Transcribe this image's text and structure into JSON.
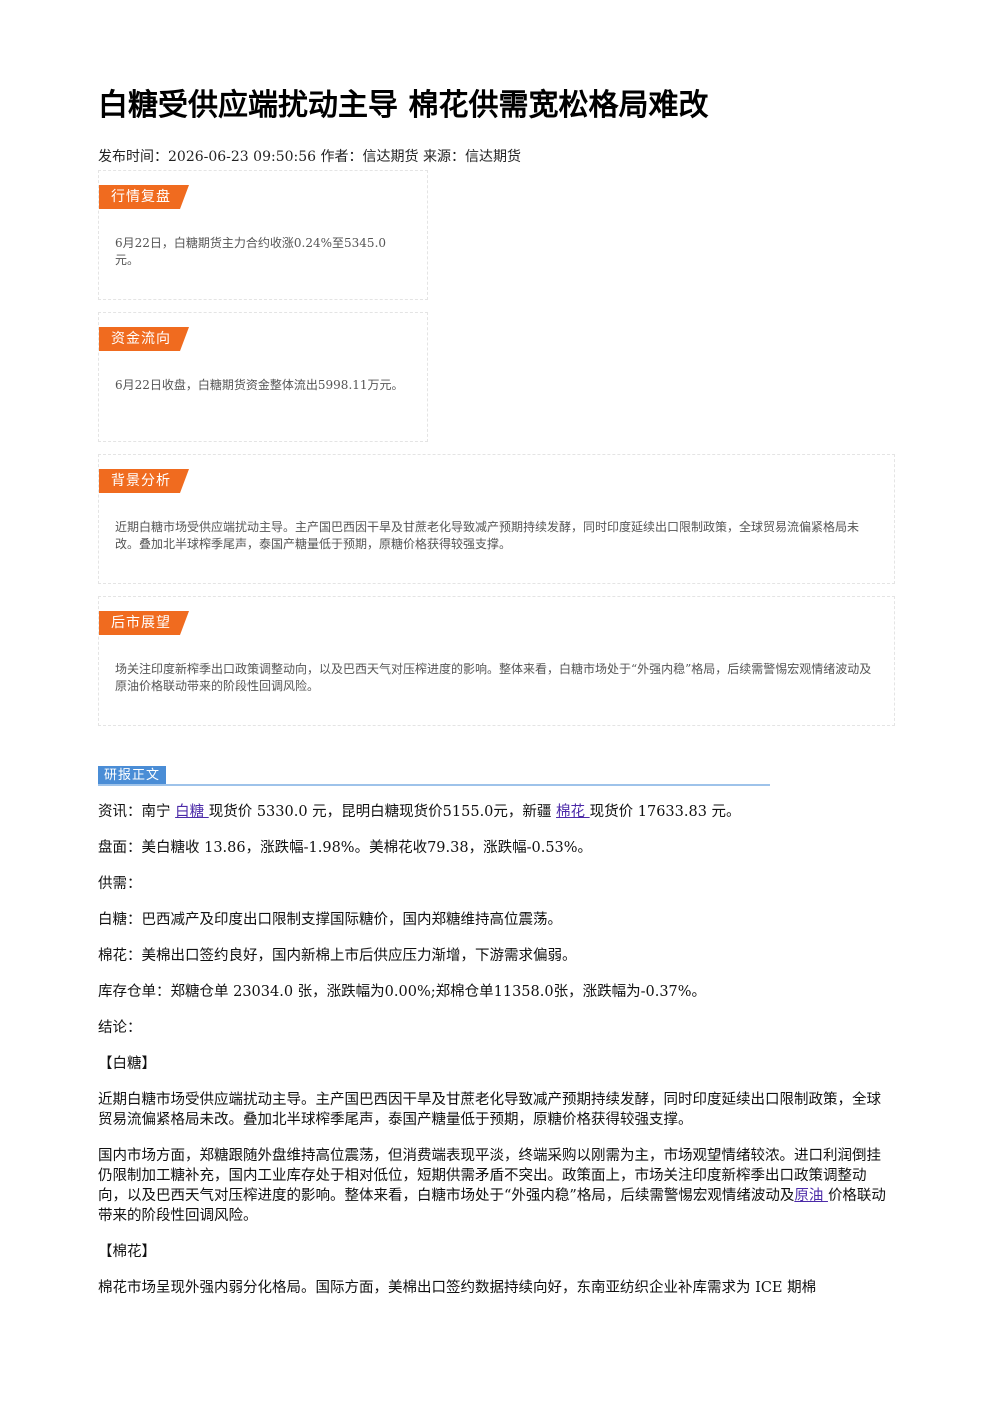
{
  "article": {
    "title": "白糖受供应端扰动主导 棉花供需宽松格局难改",
    "meta": "发布时间：2026-06-23 09:50:56 作者：信达期货 来源：信达期货"
  },
  "sections": {
    "market_review": {
      "tag": "行情复盘",
      "text": "6月22日，白糖期货主力合约收涨0.24%至5345.0元。"
    },
    "fund_flow": {
      "tag": "资金流向",
      "text": "6月22日收盘，白糖期货资金整体流出5998.11万元。"
    },
    "background": {
      "tag": "背景分析",
      "text": "近期白糖市场受供应端扰动主导。主产国巴西因干旱及甘蔗老化导致减产预期持续发酵，同时印度延续出口限制政策，全球贸易流偏紧格局未改。叠加北半球榨季尾声，泰国产糖量低于预期，原糖价格获得较强支撑。"
    },
    "outlook": {
      "tag": "后市展望",
      "text": "场关注印度新榨季出口政策调整动向，以及巴西天气对压榨进度的影响。整体来看，白糖市场处于“外强内稳”格局，后续需警惕宏观情绪波动及原油价格联动带来的阶段性回调风险。"
    }
  },
  "report": {
    "tag": "研报正文",
    "news": {
      "prefix": "资讯：南宁 ",
      "link1": "白糖 ",
      "mid": "现货价 5330.0 元，昆明白糖现货价5155.0元，新疆 ",
      "link2": "棉花 ",
      "suffix": "现货价 17633.83 元。"
    },
    "futures": "盘面：美白糖收 13.86，涨跌幅-1.98%。美棉花收79.38，涨跌幅-0.53%。",
    "supply_demand_label": "供需：",
    "sugar_sd": "白糖：巴西减产及印度出口限制支撑国际糖价，国内郑糖维持高位震荡。",
    "cotton_sd": "棉花：美棉出口签约良好，国内新棉上市后供应压力渐增，下游需求偏弱。",
    "warehouse": "库存仓单：郑糖仓单 23034.0 张，涨跌幅为0.00%;郑棉仓单11358.0张，涨跌幅为-0.37%。",
    "conclusion_label": "结论：",
    "sugar_heading": "【白糖】",
    "sugar_p1": "近期白糖市场受供应端扰动主导。主产国巴西因干旱及甘蔗老化导致减产预期持续发酵，同时印度延续出口限制政策，全球贸易流偏紧格局未改。叠加北半球榨季尾声，泰国产糖量低于预期，原糖价格获得较强支撑。",
    "sugar_p2": {
      "before": "国内市场方面，郑糖跟随外盘维持高位震荡，但消费端表现平淡，终端采购以刚需为主，市场观望情绪较浓。进口利润倒挂仍限制加工糖补充，国内工业库存处于相对低位，短期供需矛盾不突出。政策面上，市场关注印度新榨季出口政策调整动向，以及巴西天气对压榨进度的影响。整体来看，白糖市场处于“外强内稳”格局，后续需警惕宏观情绪波动及",
      "link": "原油 ",
      "after": "价格联动带来的阶段性回调风险。"
    },
    "cotton_heading": "【棉花】",
    "cotton_p1": "棉花市场呈现外强内弱分化格局。国际方面，美棉出口签约数据持续向好，东南亚纺织企业补库需求为 ICE 期棉"
  }
}
